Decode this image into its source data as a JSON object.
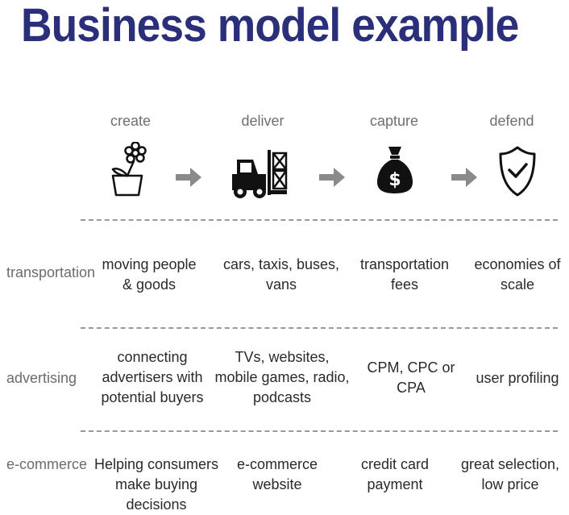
{
  "title": "Business model example",
  "stages": [
    {
      "label": "create",
      "icon": "flower-pot-icon"
    },
    {
      "label": "deliver",
      "icon": "forklift-icon"
    },
    {
      "label": "capture",
      "icon": "money-bag-icon"
    },
    {
      "label": "defend",
      "icon": "shield-check-icon"
    }
  ],
  "rows": [
    {
      "label": "transportation",
      "cells": [
        "moving people\n& goods",
        "cars, taxis, buses,\nvans",
        "transportation\nfees",
        "economies of\nscale"
      ]
    },
    {
      "label": "advertising",
      "cells": [
        "connecting\nadvertisers with\npotential buyers",
        "TVs, websites,\nmobile games, radio,\npodcasts",
        "CPM, CPC or\nCPA",
        "user profiling"
      ]
    },
    {
      "label": "e-commerce",
      "cells": [
        "Helping consumers\nmake buying\ndecisions",
        "e-commerce\nwebsite",
        "credit card\npayment",
        "great selection,\nlow price"
      ]
    }
  ],
  "colors": {
    "title": "#2b2f7a",
    "arrow": "#8a8a8a",
    "icon": "#111111"
  }
}
